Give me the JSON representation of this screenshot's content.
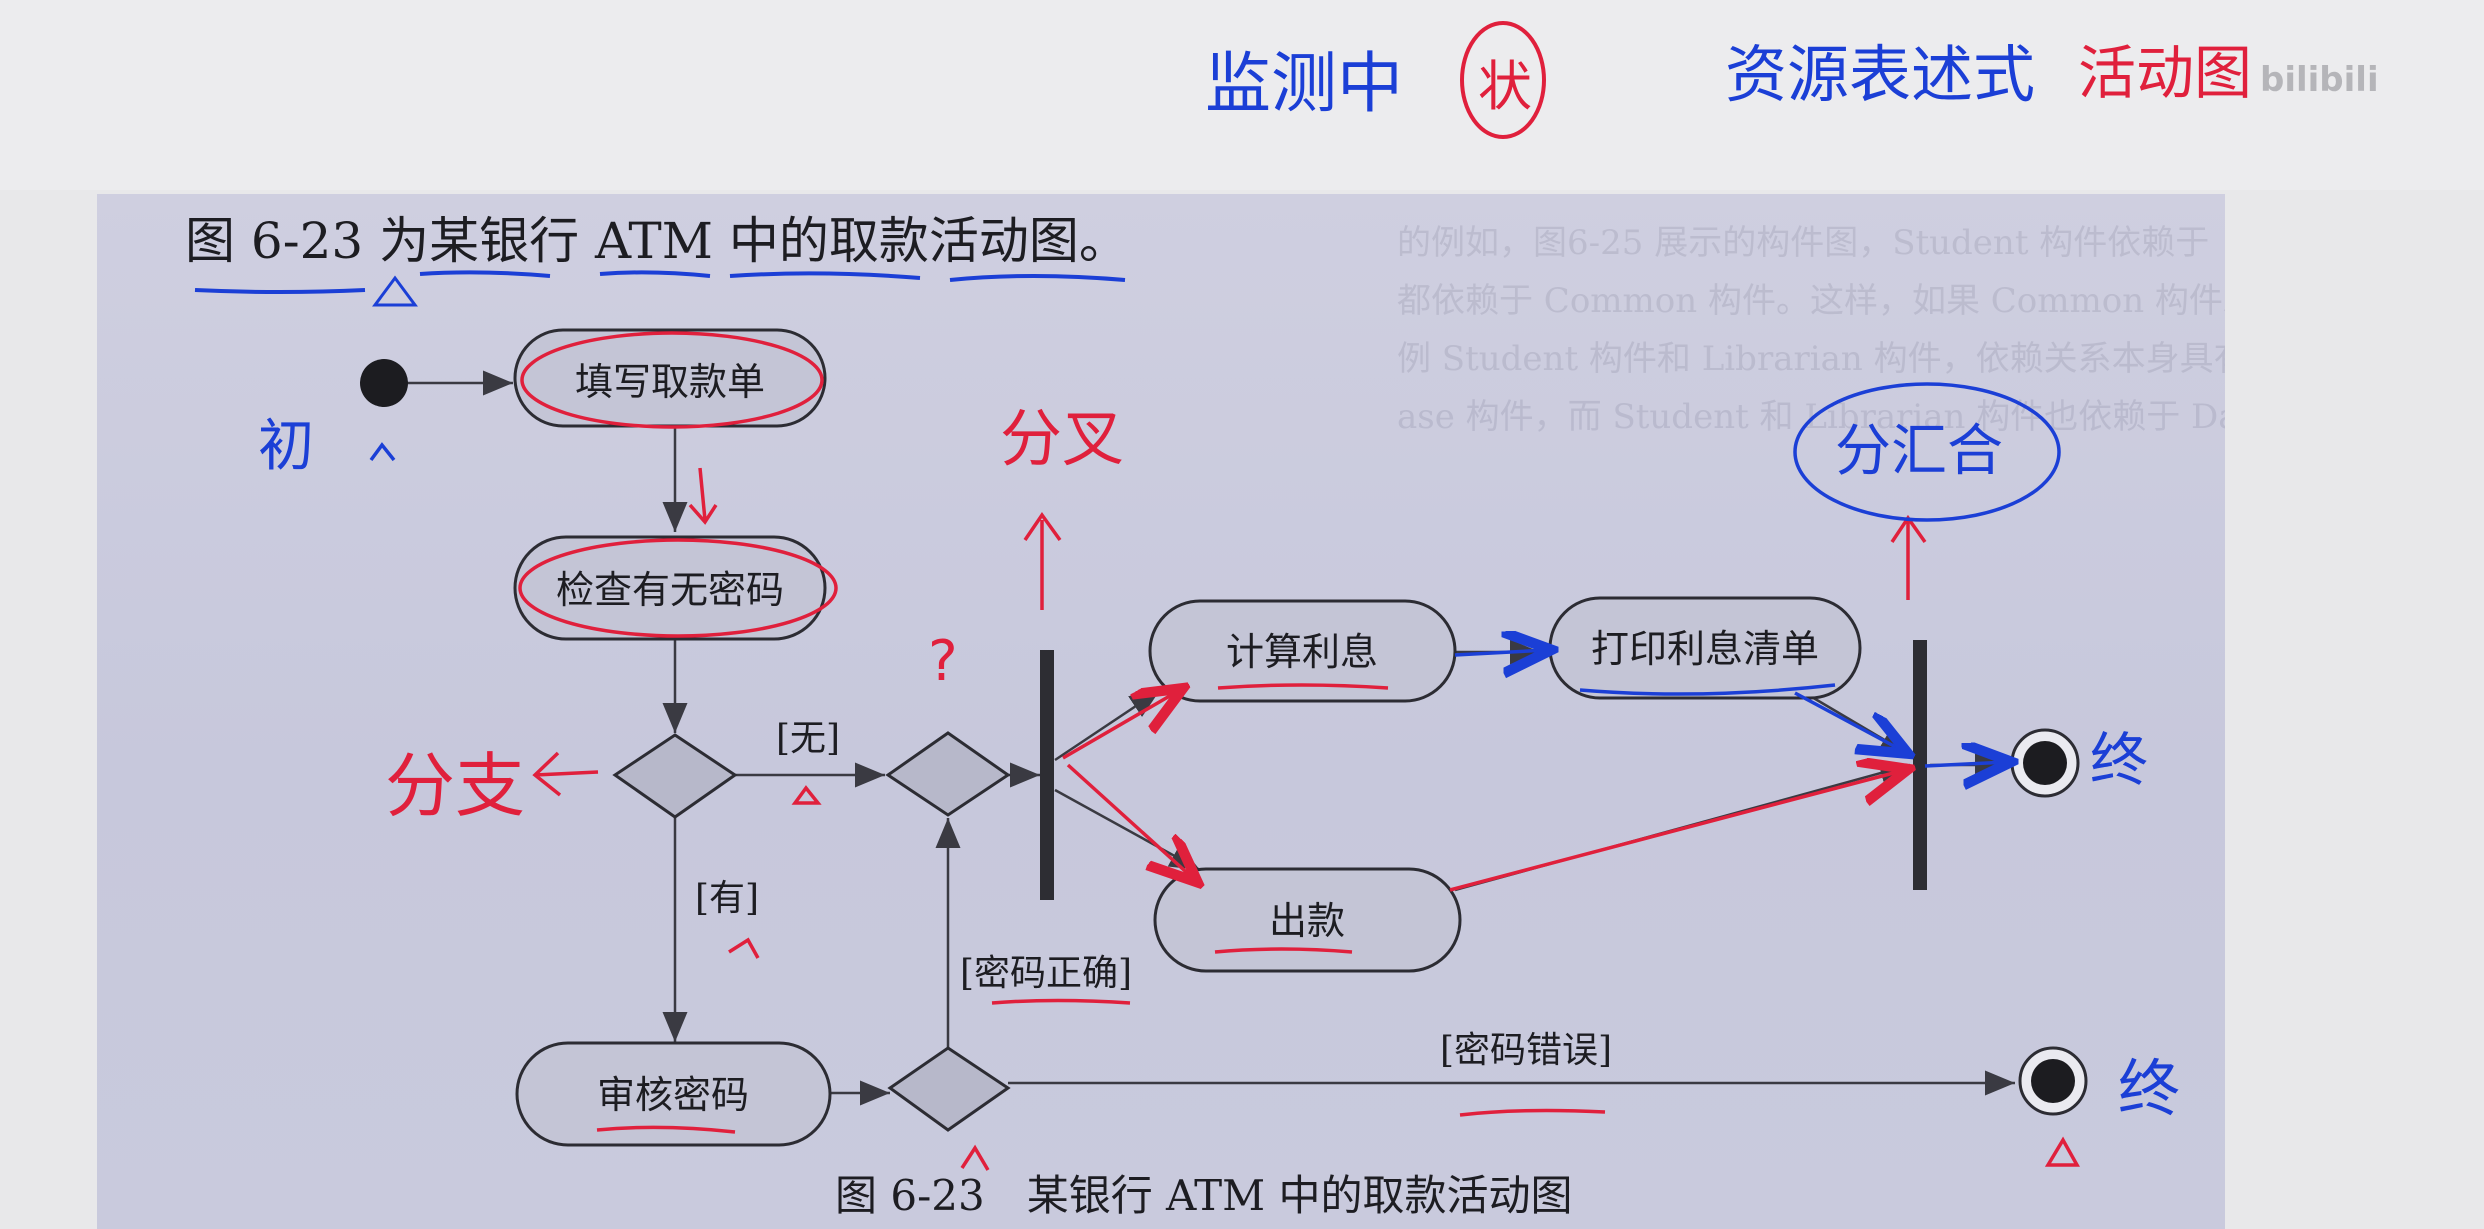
{
  "heading": "图 6-23 为某银行 ATM 中的取款活动图。",
  "caption": "图 6-23　某银行 ATM 中的取款活动图",
  "activities": {
    "fill_form": "填写取款单",
    "check_password": "检查有无密码",
    "verify_password": "审核密码",
    "calc_interest": "计算利息",
    "print_interest": "打印利息清单",
    "withdraw": "出款"
  },
  "guards": {
    "none": "[无]",
    "has": "[有]",
    "correct": "[密码正确]",
    "wrong": "[密码错误]"
  },
  "handwriting": {
    "top_1": "监测中",
    "top_circle": "状",
    "top_2": "资源表述式",
    "top_3": "活动图",
    "start_note": "初",
    "branch_note": "分支",
    "fork_note": "分叉",
    "join_note": "分汇合",
    "end_note_1": "终",
    "end_note_2": "终",
    "question": "?",
    "watermark": "bilibili"
  },
  "bleed_text": [
    "的例如，图6-25 展示的构件图，Student 构件依赖于",
    "都依赖于 Common 构件。这样，如果 Common 构件发生变化，",
    "例 Student 构件和 Librarian 构件，依赖关系本身具有传递",
    "ase 构件，而 Student 和 Librarian 构件也依赖于 DataBase 构件"
  ],
  "colors": {
    "ink_blue": "#1b3fd6",
    "ink_red": "#e0203c",
    "node_fill": "#c4c5d6",
    "line": "#3a3a42"
  }
}
